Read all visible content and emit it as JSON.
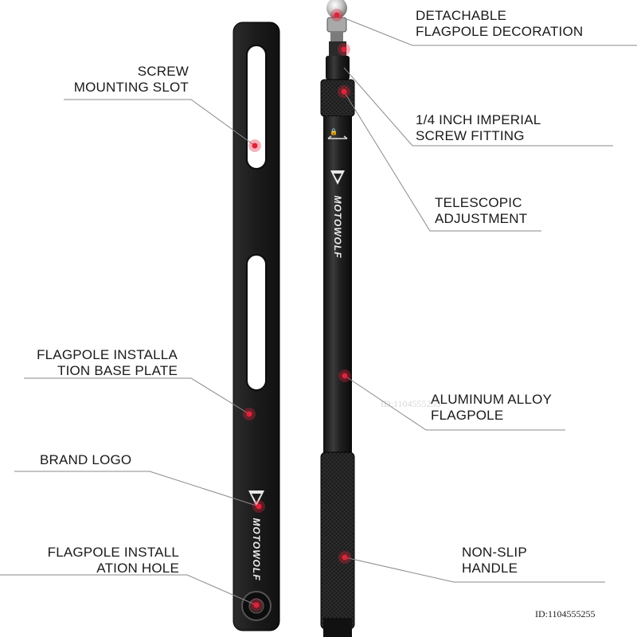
{
  "colors": {
    "background": "#ffffff",
    "metal_dark": "#1c1c1c",
    "metal_light": "#3a3a3a",
    "marker_red": "#e0233a",
    "leader_line": "#8a8a8a"
  },
  "product": {
    "base_plate_logo": "MOTOWOLF",
    "pole_logo": "MOTOWOLF"
  },
  "callouts": {
    "screw_slot": {
      "line1": "SCREW",
      "line2": "MOUNTING SLOT"
    },
    "base_plate": {
      "line1": "FLAGPOLE INSTALLA",
      "line2": "TION BASE PLATE"
    },
    "brand_logo": {
      "line1": "BRAND LOGO"
    },
    "install_hole": {
      "line1": "FLAGPOLE INSTALL",
      "line2": "ATION HOLE"
    },
    "decoration": {
      "line1": "DETACHABLE",
      "line2": "FLAGPOLE DECORATION"
    },
    "screw_fitting": {
      "line1": "1/4 INCH IMPERIAL",
      "line2": "SCREW FITTING"
    },
    "telescopic": {
      "line1": "TELESCOPIC",
      "line2": "ADJUSTMENT"
    },
    "flagpole": {
      "line1": "ALUMINUM ALLOY",
      "line2": "FLAGPOLE"
    },
    "handle": {
      "line1": "NON-SLIP",
      "line2": "HANDLE"
    }
  },
  "watermarks": {
    "center": "ID:1104555255",
    "corner": "ID:1104555255"
  }
}
